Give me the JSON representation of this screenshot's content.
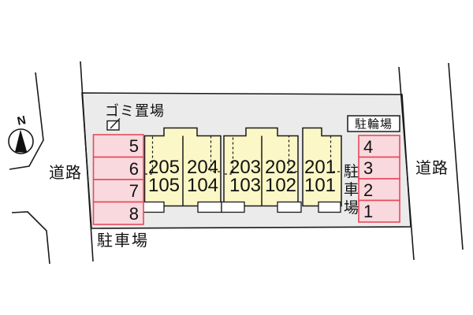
{
  "diagram": {
    "compass_label": "N",
    "road_left": "道路",
    "road_right": "道路",
    "garbage_area": "ゴミ置場",
    "bicycle_parking": "駐輪場",
    "parking_label_bottom": "駐車場",
    "parking_label_right_chars": [
      "駐",
      "車",
      "場"
    ],
    "building_units": [
      {
        "upper": "205",
        "lower": "105"
      },
      {
        "upper": "204",
        "lower": "104"
      },
      {
        "upper": "203",
        "lower": "103"
      },
      {
        "upper": "202",
        "lower": "102"
      },
      {
        "upper": "201",
        "lower": "101"
      }
    ],
    "parking_spaces_left": [
      "5",
      "6",
      "7",
      "8"
    ],
    "parking_spaces_right": [
      "4",
      "3",
      "2",
      "1"
    ],
    "colors": {
      "site_fill": "#ebebeb",
      "building_fill": "#fbf7c6",
      "parking_space_fill": "#f9d9de",
      "parking_space_border": "#e8495a",
      "line": "#1a1a1a"
    }
  }
}
